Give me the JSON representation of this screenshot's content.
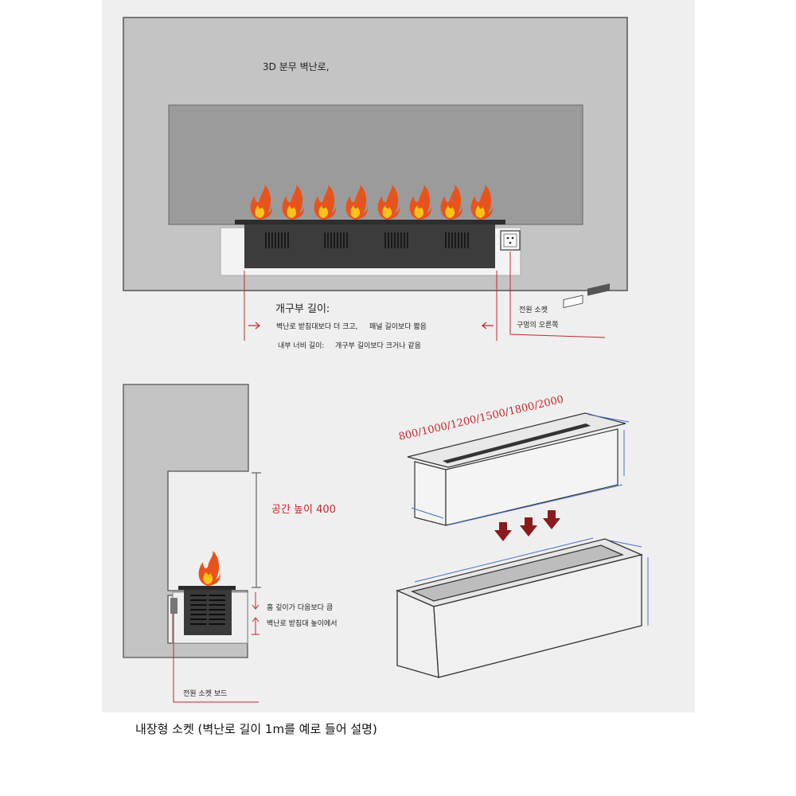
{
  "top_title": "3D 분무 벽난로,",
  "opening_length_title": "개구부 길이:",
  "opening_note_1": "벽난로 받침대보다 더 크고,",
  "opening_note_2": "패널 길이보다 짧음",
  "inner_width_label": "내부 너비 길이:",
  "inner_width_note": "개구부 길이보다 크거나 같음",
  "power_socket_label": "전원 소켓",
  "power_socket_note": "구멍의 오른쪽",
  "space_height_label": "공간 높이 400",
  "groove_note_1": "홈 깊이가 다음보다 큼",
  "groove_note_2": "벽난로 받침대 높이에서",
  "socket_board_label": "전원 소켓 보드",
  "size_options": "800/1000/1200/1500/1800/2000",
  "caption": "내장형 소켓 (벽난로 길이 1m를 예로 들어 설명)",
  "colors": {
    "background": "#f0f0f0",
    "wall": "#c3c3c3",
    "panel": "#9b9b9b",
    "fireplace": "#3c3c3c",
    "flame_outer": "#e8531c",
    "flame_inner": "#ffc21a",
    "annotation_red": "#c0282d",
    "dimension_blue": "#4a6fd0",
    "arrow_dark_red": "#8b1a1a"
  },
  "icons": [
    "flame-icon",
    "power-socket-icon",
    "down-arrow-icon"
  ]
}
